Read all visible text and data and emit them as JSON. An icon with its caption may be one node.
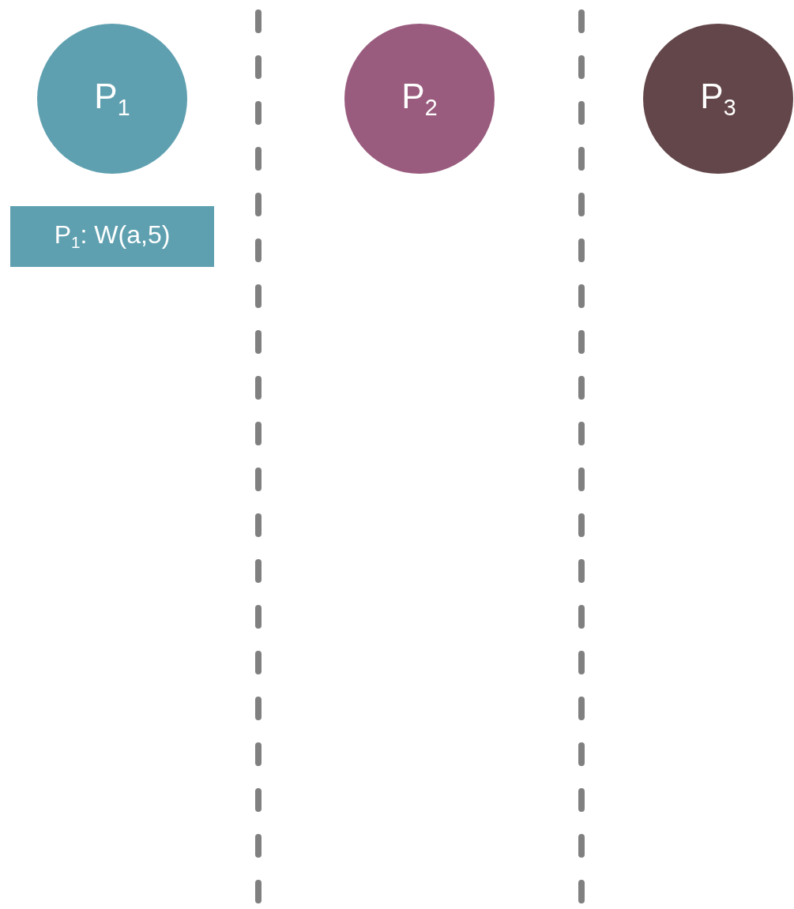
{
  "diagram": {
    "nodes": [
      {
        "text": [
          "P$_{1}$"
        ]
      },
      {
        "text": [
          "P$_{2}$"
        ]
      },
      {
        "text": [
          "P$_{3}$"
        ]
      },
      {
        "text": [
          "P$_{1}$: W(a,5)"
        ]
      }
    ]
  }
}
